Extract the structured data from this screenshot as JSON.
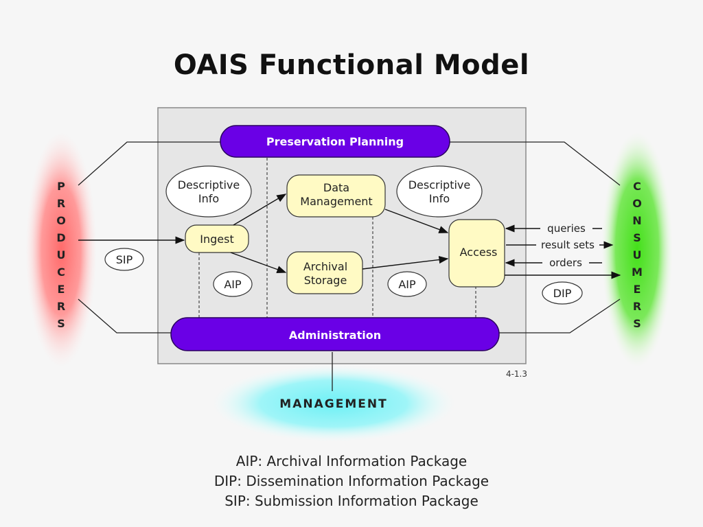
{
  "title": "OAIS Functional Model",
  "figure_id": "4-1.3",
  "entities": {
    "preservation_planning": "Preservation Planning",
    "administration": "Administration",
    "management": "MANAGEMENT",
    "ingest": "Ingest",
    "data_management": [
      "Data",
      "Management"
    ],
    "archival_storage": [
      "Archival",
      "Storage"
    ],
    "access": "Access",
    "descriptive_info_left": [
      "Descriptive",
      "Info"
    ],
    "descriptive_info_right": [
      "Descriptive",
      "Info"
    ]
  },
  "producers_letters": [
    "P",
    "R",
    "O",
    "D",
    "U",
    "C",
    "E",
    "R",
    "S"
  ],
  "consumers_letters": [
    "C",
    "O",
    "N",
    "S",
    "U",
    "M",
    "E",
    "R",
    "S"
  ],
  "packages": {
    "sip": "SIP",
    "aip_left": "AIP",
    "aip_right": "AIP",
    "dip": "DIP"
  },
  "flows": {
    "queries": "queries",
    "result_sets": "result sets",
    "orders": "orders"
  },
  "legend": [
    "AIP: Archival Information Package",
    "DIP: Dissemination Information Package",
    "SIP: Submission Information Package"
  ],
  "colors": {
    "producers": "#ff6b6b",
    "consumers": "#44e01a",
    "management": "#6ef0f5",
    "functional_bar": "#6a00e6",
    "functional_box": "#fffac4",
    "archive_area": "#e6e6e6"
  }
}
